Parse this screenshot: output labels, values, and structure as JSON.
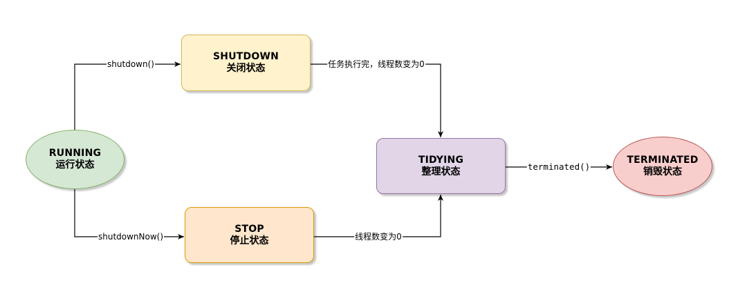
{
  "nodes": {
    "running": {
      "title": "RUNNING",
      "subtitle": "运行状态"
    },
    "shutdown": {
      "title": "SHUTDOWN",
      "subtitle": "关闭状态"
    },
    "stop": {
      "title": "STOP",
      "subtitle": "停止状态"
    },
    "tidying": {
      "title": "TIDYING",
      "subtitle": "整理状态"
    },
    "terminated": {
      "title": "TERMINATED",
      "subtitle": "销毁状态"
    }
  },
  "edges": {
    "running_to_shutdown": {
      "label": "shutdown()"
    },
    "running_to_stop": {
      "label": "shutdownNow()"
    },
    "shutdown_to_tidying": {
      "label": "任务执行完，线程数变为0"
    },
    "stop_to_tidying": {
      "label": "线程数变为0"
    },
    "tidying_to_terminated": {
      "label": "terminated()"
    }
  },
  "colors": {
    "running": {
      "fill": "#d5e8d4",
      "stroke": "#82b366"
    },
    "shutdown": {
      "fill": "#fff2cc",
      "stroke": "#d6b656"
    },
    "stop": {
      "fill": "#ffe6cc",
      "stroke": "#d79b00"
    },
    "tidying": {
      "fill": "#e1d5e7",
      "stroke": "#9673a6"
    },
    "terminated": {
      "fill": "#f8cecc",
      "stroke": "#b85450"
    },
    "connector": "#000000"
  }
}
